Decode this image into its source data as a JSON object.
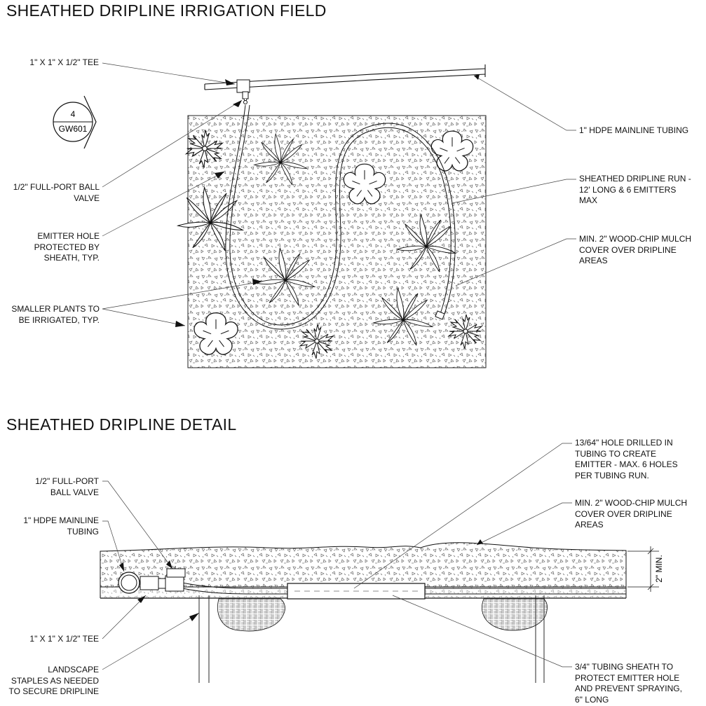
{
  "field": {
    "title": "SHEATHED DRIPLINE IRRIGATION FIELD",
    "section_marker": {
      "number": "4",
      "sheet": "GW601"
    },
    "callouts": {
      "tee": "1\" X 1\" X 1/2\" TEE",
      "ball_valve": "1/2\" FULL-PORT BALL\nVALVE",
      "emitter_hole": "EMITTER HOLE\nPROTECTED BY\nSHEATH, TYP.",
      "smaller_plants": "SMALLER PLANTS TO\nBE IRRIGATED, TYP.",
      "mainline": "1\" HDPE MAINLINE TUBING",
      "dripline_run": "SHEATHED DRIPLINE RUN -\n12' LONG & 6 EMITTERS\nMAX",
      "mulch": "MIN. 2\" WOOD-CHIP MULCH\nCOVER OVER DRIPLINE\nAREAS"
    }
  },
  "detail": {
    "title": "SHEATHED DRIPLINE DETAIL",
    "dimension": "2\" MIN.",
    "callouts": {
      "ball_valve": "1/2\" FULL-PORT\nBALL VALVE",
      "mainline": "1\" HDPE MAINLINE\nTUBING",
      "tee": "1\" X 1\" X 1/2\" TEE",
      "staples": "LANDSCAPE\nSTAPLES AS NEEDED\nTO SECURE DRIPLINE",
      "hole": "13/64\" HOLE DRILLED IN\nTUBING TO CREATE\nEMITTER -  MAX. 6 HOLES\nPER TUBING RUN.",
      "mulch": "MIN. 2\" WOOD-CHIP MULCH\nCOVER OVER DRIPLINE\nAREAS",
      "sheath": "3/4\" TUBING SHEATH TO\nPROTECT EMITTER HOLE\nAND PREVENT SPRAYING,\n6\" LONG"
    }
  }
}
